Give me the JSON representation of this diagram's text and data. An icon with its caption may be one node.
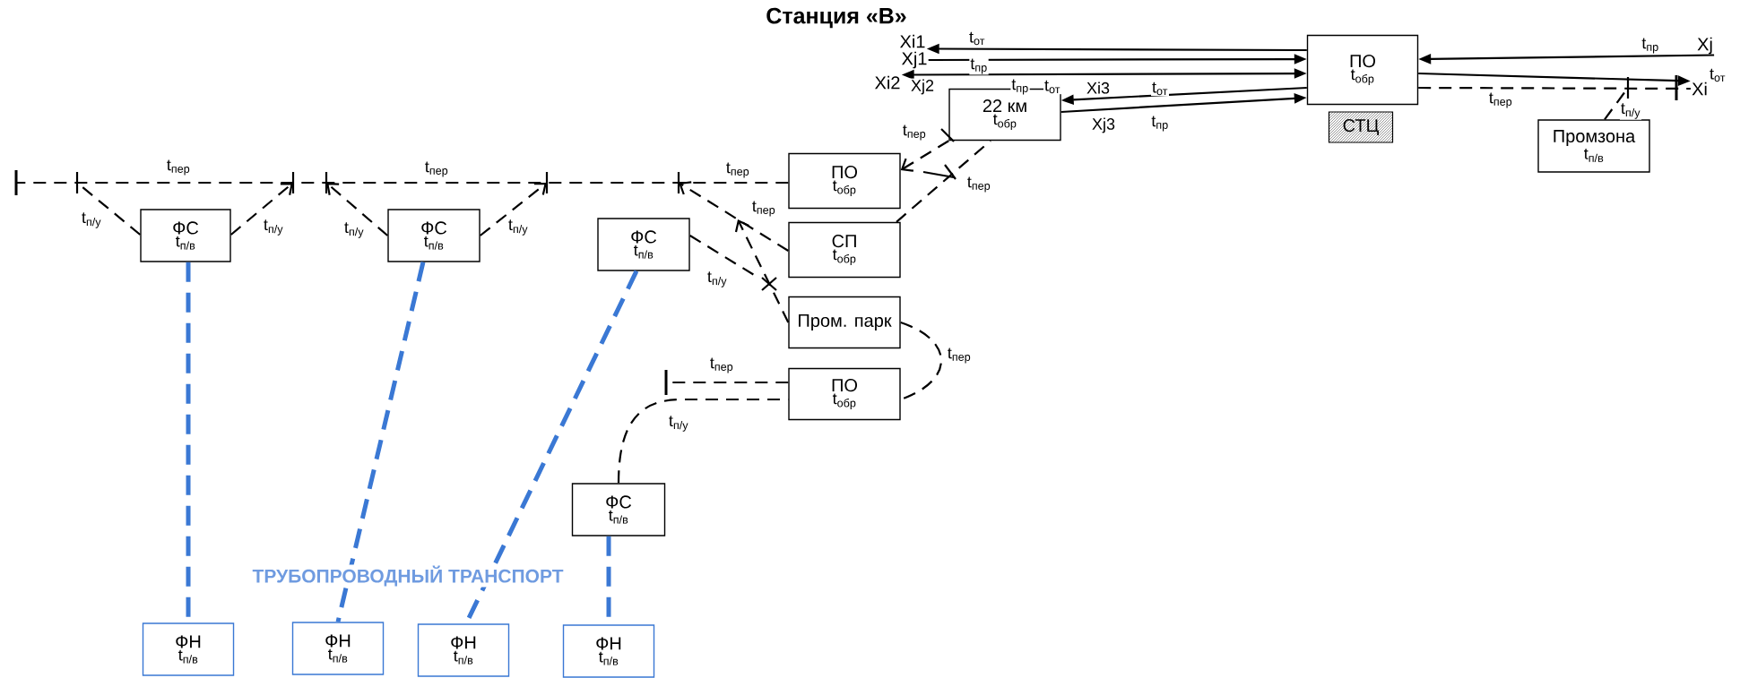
{
  "diagram": {
    "title": "Станция «В»",
    "nodes": [
      {
        "text": [
          "ПО",
          "t$_{обр}$"
        ]
      },
      {
        "text": [
          "СТЦ"
        ]
      },
      {
        "text": [
          "22 км",
          "t$_{обр}$"
        ]
      },
      {
        "text": [
          "Промзона",
          "t$_{п/в}$"
        ]
      },
      {
        "text": [
          "ПО",
          "t$_{обр}$"
        ]
      },
      {
        "text": [
          "СП",
          "t$_{обр}$"
        ]
      },
      {
        "text": [
          "ФС",
          "t$_{п/в}$"
        ]
      },
      {
        "text": [
          "ФС",
          "t$_{п/в}$"
        ]
      },
      {
        "text": [
          "ФС",
          "t$_{п/в}$"
        ]
      },
      {
        "text": [
          "Пром. парк"
        ]
      },
      {
        "text": [
          "ПО",
          "t$_{обр}$"
        ]
      },
      {
        "text": [
          "ФС",
          "t$_{п/в}$"
        ]
      },
      {
        "text": [
          "ФН",
          "t$_{п/в}$"
        ]
      },
      {
        "text": [
          "ФН",
          "t$_{п/в}$"
        ]
      },
      {
        "text": [
          "ФН",
          "t$_{п/в}$"
        ]
      },
      {
        "text": [
          "ФН",
          "t$_{п/в}$"
        ]
      },
      {
        "text": [
          "Xi1"
        ]
      },
      {
        "text": [
          "Xj1"
        ]
      },
      {
        "text": [
          "Xi2"
        ]
      },
      {
        "text": [
          "Xj"
        ]
      },
      {
        "text": [
          "Xi"
        ]
      }
    ],
    "edges": [
      {
        "from": 0,
        "to": 16,
        "arrow": "to",
        "label": "t$_{от}$"
      },
      {
        "from": 17,
        "to": 0,
        "arrow": "to"
      },
      {
        "from": 18,
        "to": 0,
        "arrow": "both",
        "label": "t$_{пр}$"
      },
      {
        "from": 0,
        "to": 2,
        "arrow": "to",
        "label": "t$_{от}$"
      },
      {
        "from": 2,
        "to": 0,
        "arrow": "to",
        "label": "t$_{пр}$"
      },
      {
        "from": 19,
        "to": 0,
        "arrow": "to",
        "label": "t$_{пр}$"
      },
      {
        "from": 0,
        "to": 20,
        "arrow": "to",
        "label": "t$_{от}$"
      },
      {
        "from": 0,
        "to": 20,
        "arrow": "none",
        "style": "dashed",
        "label": "t$_{пер}$"
      },
      {
        "from": 3,
        "to": null,
        "arrow": "none",
        "style": "dashed",
        "label": "t$_{п/у}$"
      },
      {
        "from": 2,
        "to": 4,
        "arrow": "to",
        "style": "dashed",
        "label": "t$_{пер}$"
      },
      {
        "from": 5,
        "to": 2,
        "arrow": "none",
        "style": "dashed",
        "label": "t$_{пер}$"
      },
      {
        "from": 4,
        "to": null,
        "arrow": "none",
        "style": "dashed",
        "label": "t$_{пер}$"
      },
      {
        "from": 6,
        "to": null,
        "arrow": "none",
        "style": "dashed",
        "label": "t$_{п/у}$"
      },
      {
        "from": 6,
        "to": null,
        "arrow": "to",
        "style": "dashed",
        "label": "t$_{п/у}$"
      },
      {
        "from": 7,
        "to": null,
        "arrow": "to",
        "style": "dashed",
        "label": "t$_{п/у}$"
      },
      {
        "from": 7,
        "to": null,
        "arrow": "to",
        "style": "dashed",
        "label": "t$_{п/у}$"
      },
      {
        "from": 5,
        "to": null,
        "arrow": "to",
        "style": "dashed"
      },
      {
        "from": 9,
        "to": null,
        "arrow": "to",
        "style": "dashed",
        "label": "t$_{пер}$"
      },
      {
        "from": 8,
        "to": null,
        "arrow": "none",
        "style": "dashed",
        "label": "t$_{п/у}$"
      },
      {
        "from": 9,
        "to": 10,
        "arrow": "none",
        "style": "dashed",
        "label": "t$_{пер}$"
      },
      {
        "from": 10,
        "to": null,
        "arrow": "none",
        "style": "dashed",
        "label": "t$_{пер}$"
      },
      {
        "from": 11,
        "to": 10,
        "arrow": "none",
        "style": "dashed",
        "label": "t$_{п/у}$"
      },
      {
        "from": 6,
        "to": 12,
        "arrow": "none",
        "style": "dashed",
        "color": "#3a78d4"
      },
      {
        "from": 7,
        "to": 13,
        "arrow": "none",
        "style": "dashed",
        "color": "#3a78d4"
      },
      {
        "from": 8,
        "to": 14,
        "arrow": "none",
        "style": "dashed",
        "color": "#3a78d4"
      },
      {
        "from": 11,
        "to": 15,
        "arrow": "none",
        "style": "dashed",
        "color": "#3a78d4"
      }
    ],
    "labels": [
      "Xj2",
      "t$_{пр}$",
      "t$_{от}$",
      "Xi3",
      "Xj3",
      "t$_{пер}$",
      "t$_{пер}$",
      "ТРУБОПРОВОДНЫЙ ТРАНСПОРТ"
    ]
  }
}
